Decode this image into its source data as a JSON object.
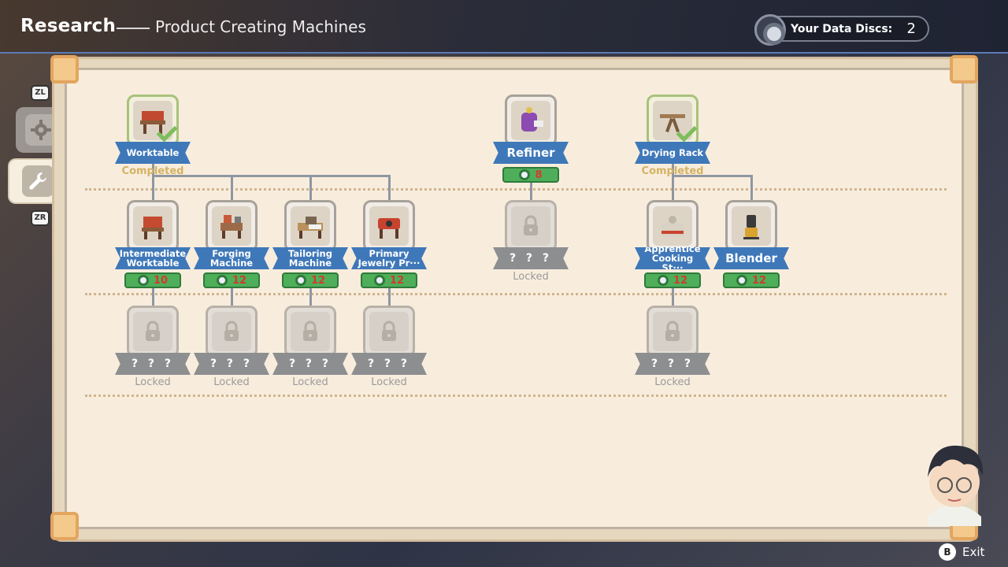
{
  "header": {
    "title": "Research",
    "subtitle": "Product Creating Machines",
    "data_discs_label": "Your Data Discs:",
    "data_discs_count": "2"
  },
  "side_tabs": {
    "prev_key": "ZL",
    "next_key": "ZR",
    "tabs": [
      {
        "icon": "gear-icon",
        "active": false
      },
      {
        "icon": "wrench-icon",
        "active": true
      }
    ]
  },
  "nodes": [
    {
      "id": "worktable",
      "name": "Worktable",
      "state": "completed",
      "status": "Completed"
    },
    {
      "id": "refiner",
      "name": "Refiner",
      "state": "available",
      "cost": "8"
    },
    {
      "id": "drying-rack",
      "name": "Drying Rack",
      "state": "completed",
      "status": "Completed"
    },
    {
      "id": "intermediate-worktable",
      "name": "Intermediate Worktable",
      "state": "available",
      "cost": "10"
    },
    {
      "id": "forging-machine",
      "name": "Forging Machine",
      "state": "available",
      "cost": "12"
    },
    {
      "id": "tailoring-machine",
      "name": "Tailoring Machine",
      "state": "available",
      "cost": "12"
    },
    {
      "id": "primary-jewelry",
      "name": "Primary Jewelry Pr···",
      "state": "available",
      "cost": "12"
    },
    {
      "id": "refiner-locked",
      "name": "? ? ?",
      "state": "locked",
      "status": "Locked"
    },
    {
      "id": "apprentice-cooking",
      "name": "Apprentice Cooking St···",
      "state": "available",
      "cost": "12"
    },
    {
      "id": "blender",
      "name": "Blender",
      "state": "available",
      "cost": "12"
    },
    {
      "id": "locked-1",
      "name": "? ? ?",
      "state": "locked",
      "status": "Locked"
    },
    {
      "id": "locked-2",
      "name": "? ? ?",
      "state": "locked",
      "status": "Locked"
    },
    {
      "id": "locked-3",
      "name": "? ? ?",
      "state": "locked",
      "status": "Locked"
    },
    {
      "id": "locked-4",
      "name": "? ? ?",
      "state": "locked",
      "status": "Locked"
    },
    {
      "id": "locked-5",
      "name": "? ? ?",
      "state": "locked",
      "status": "Locked"
    }
  ],
  "footer": {
    "exit_key": "B",
    "exit_label": "Exit"
  },
  "colors": {
    "ribbon_blue": "#3f78b9",
    "ribbon_gray": "#8d8e90",
    "cost_green": "#4fae5a",
    "cost_red": "#d33a2c",
    "completed_gold": "#d4b262"
  }
}
